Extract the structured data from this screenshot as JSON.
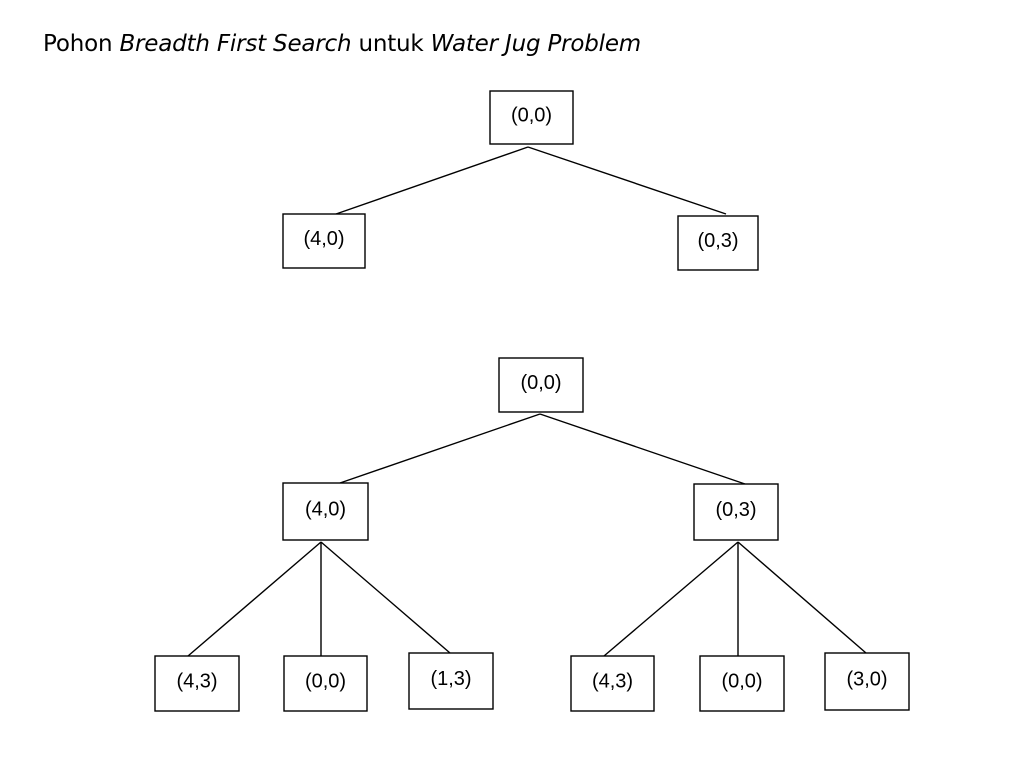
{
  "title": {
    "part1": "Pohon ",
    "part2": "Breadth First Search",
    "part3": " untuk ",
    "part4": "Water Jug Problem"
  },
  "trees": [
    {
      "id": "tree-level-1",
      "nodes": [
        {
          "id": "root",
          "label": "(0,0)"
        },
        {
          "id": "a",
          "label": "(4,0)"
        },
        {
          "id": "b",
          "label": "(0,3)"
        }
      ],
      "edges": [
        [
          "root",
          "a"
        ],
        [
          "root",
          "b"
        ]
      ]
    },
    {
      "id": "tree-level-2",
      "nodes": [
        {
          "id": "root",
          "label": "(0,0)"
        },
        {
          "id": "a",
          "label": "(4,0)"
        },
        {
          "id": "b",
          "label": "(0,3)"
        },
        {
          "id": "a1",
          "label": "(4,3)"
        },
        {
          "id": "a2",
          "label": "(0,0)"
        },
        {
          "id": "a3",
          "label": "(1,3)"
        },
        {
          "id": "b1",
          "label": "(4,3)"
        },
        {
          "id": "b2",
          "label": "(0,0)"
        },
        {
          "id": "b3",
          "label": "(3,0)"
        }
      ],
      "edges": [
        [
          "root",
          "a"
        ],
        [
          "root",
          "b"
        ],
        [
          "a",
          "a1"
        ],
        [
          "a",
          "a2"
        ],
        [
          "a",
          "a3"
        ],
        [
          "b",
          "b1"
        ],
        [
          "b",
          "b2"
        ],
        [
          "b",
          "b3"
        ]
      ]
    }
  ]
}
